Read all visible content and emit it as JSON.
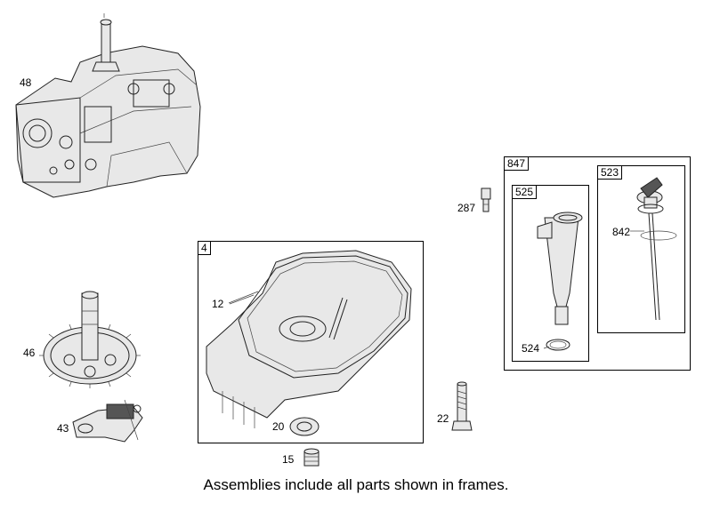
{
  "parts": {
    "p48": "48",
    "p46": "46",
    "p43": "43",
    "p12": "12",
    "p20": "20",
    "p15": "15",
    "p22": "22",
    "p287": "287",
    "p842": "842",
    "p524": "524"
  },
  "frames": {
    "f4": "4",
    "f847": "847",
    "f525": "525",
    "f523": "523"
  },
  "caption": "Assemblies include all parts shown in frames."
}
